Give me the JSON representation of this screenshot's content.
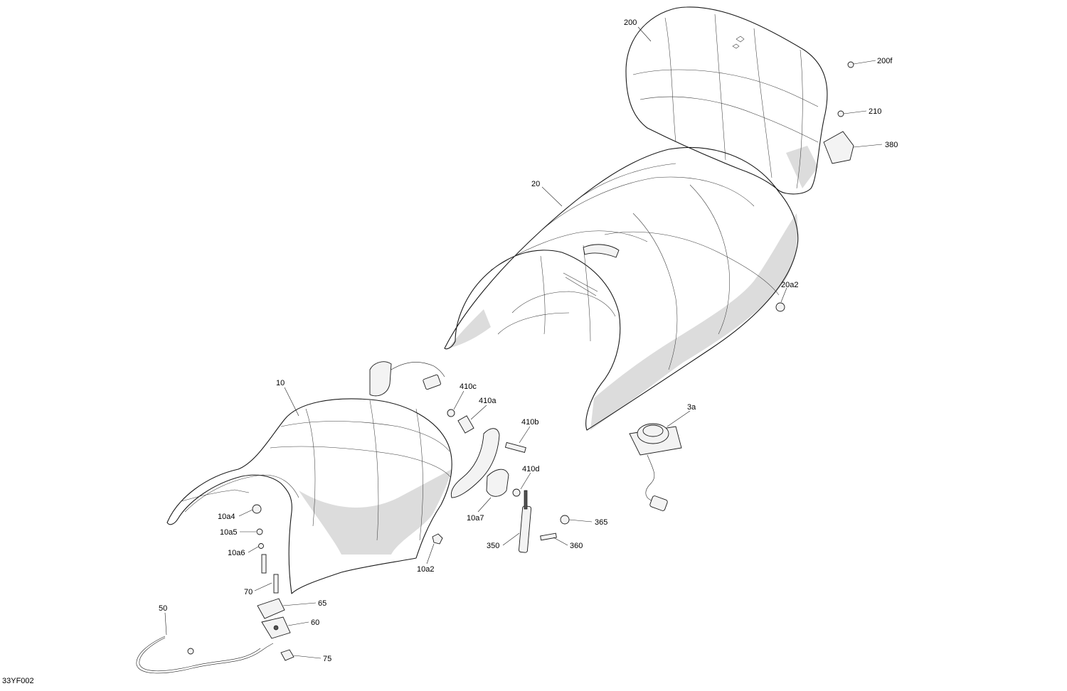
{
  "figure_code": "33YF002",
  "callouts": [
    {
      "id": "200"
    },
    {
      "id": "200f"
    },
    {
      "id": "210"
    },
    {
      "id": "380"
    },
    {
      "id": "20"
    },
    {
      "id": "20a2"
    },
    {
      "id": "10"
    },
    {
      "id": "410c"
    },
    {
      "id": "410a"
    },
    {
      "id": "410b"
    },
    {
      "id": "410d"
    },
    {
      "id": "10a7"
    },
    {
      "id": "3a"
    },
    {
      "id": "10a4"
    },
    {
      "id": "10a5"
    },
    {
      "id": "10a6"
    },
    {
      "id": "10a2"
    },
    {
      "id": "350"
    },
    {
      "id": "365"
    },
    {
      "id": "360"
    },
    {
      "id": "70"
    },
    {
      "id": "65"
    },
    {
      "id": "60"
    },
    {
      "id": "50"
    },
    {
      "id": "75"
    }
  ]
}
